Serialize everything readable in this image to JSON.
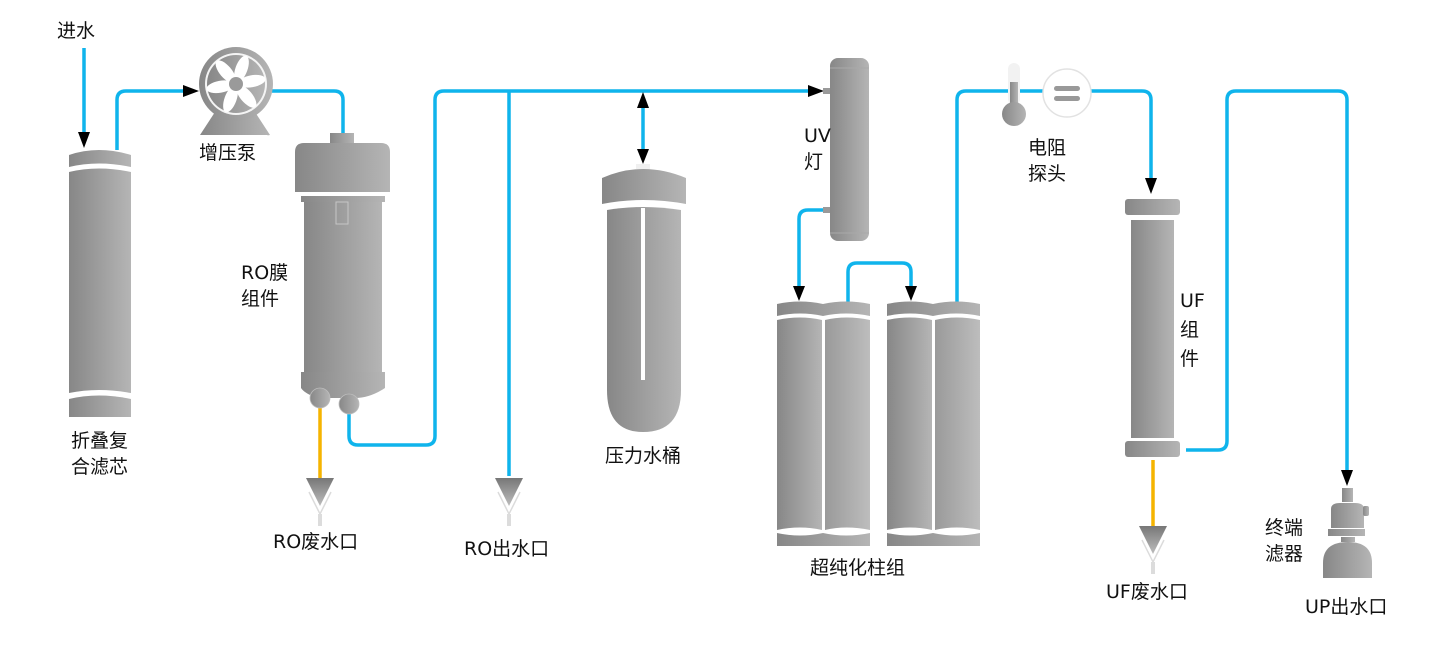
{
  "title": "Ultrapure water system process flow",
  "colors": {
    "water_line": "#0fb4ec",
    "waste_line": "#f5b400",
    "component_dark": "#878787",
    "component_light": "#b3b3b3",
    "arrow": "#000000",
    "text": "#111111"
  },
  "labels": {
    "inlet": "进水",
    "pump": "增压泵",
    "prefilter_line1": "折叠复",
    "prefilter_line2": "合滤芯",
    "ro_module_line1": "RO膜",
    "ro_module_line2": "组件",
    "ro_waste": "RO废水口",
    "ro_outlet": "RO出水口",
    "pressure_tank": "压力水桶",
    "uv_line1": "UV",
    "uv_line2": "灯",
    "column_group": "超纯化柱组",
    "resistivity_line1": "电阻",
    "resistivity_line2": "探头",
    "uf_line1": "UF",
    "uf_line2": "组",
    "uf_line3": "件",
    "uf_waste": "UF废水口",
    "terminal_filter_line1": "终端",
    "terminal_filter_line2": "滤器",
    "up_outlet": "UP出水口"
  }
}
